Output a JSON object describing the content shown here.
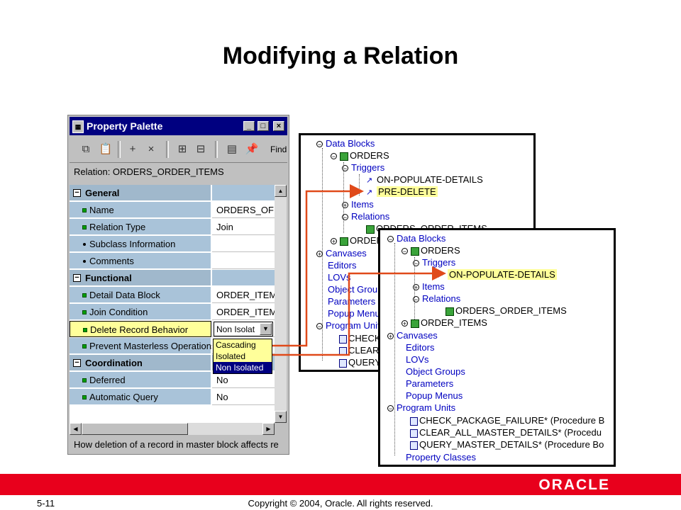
{
  "slide": {
    "title": "Modifying a Relation",
    "page_number": "5-11",
    "copyright": "Copyright © 2004, Oracle.  All rights reserved.",
    "logo_text": "ORACLE",
    "colors": {
      "footer_bar": "#e8001c",
      "highlight": "#ffff9a",
      "connector": "#e04a1a",
      "titlebar": "#000080"
    }
  },
  "palette": {
    "title": "Property Palette",
    "window_buttons": [
      "_",
      "□",
      "×"
    ],
    "toolbar": {
      "icons": [
        "copy-icon",
        "paste-icon",
        "add-icon",
        "delete-icon",
        "expand-icon",
        "collapse-icon",
        "intersect-icon",
        "pin-icon"
      ],
      "glyphs": [
        "⧉",
        "📋",
        "+",
        "×",
        "⊞",
        "⊟",
        "▤",
        "📌"
      ],
      "find_label": "Find"
    },
    "relation_label": "Relation: ORDERS_ORDER_ITEMS",
    "rows": [
      {
        "kind": "category",
        "label": "General",
        "toggle": "−",
        "value": ""
      },
      {
        "kind": "property",
        "marker": "square",
        "label": "Name",
        "value": "ORDERS_OF"
      },
      {
        "kind": "property",
        "marker": "square",
        "label": "Relation Type",
        "value": "Join"
      },
      {
        "kind": "property",
        "marker": "dot",
        "label": "Subclass Information",
        "value": ""
      },
      {
        "kind": "property",
        "marker": "dot",
        "label": "Comments",
        "value": ""
      },
      {
        "kind": "category",
        "label": "Functional",
        "toggle": "−",
        "value": ""
      },
      {
        "kind": "property",
        "marker": "square",
        "label": "Detail Data Block",
        "value": "ORDER_ITEM"
      },
      {
        "kind": "property",
        "marker": "square",
        "label": "Join Condition",
        "value": "ORDER_ITEM"
      },
      {
        "kind": "property",
        "marker": "square",
        "label": "Delete Record Behavior",
        "value": "Non Isolat"
      },
      {
        "kind": "property",
        "marker": "square",
        "label": "Prevent Masterless Operations",
        "value": ""
      },
      {
        "kind": "category",
        "label": "Coordination",
        "toggle": "−",
        "value": ""
      },
      {
        "kind": "property",
        "marker": "square",
        "label": "Deferred",
        "value": "No"
      },
      {
        "kind": "property",
        "marker": "square",
        "label": "Automatic Query",
        "value": "No"
      }
    ],
    "dropdown_options": [
      "Cascading",
      "Isolated",
      "Non Isolated"
    ],
    "scroll_glyphs": {
      "up": "▲",
      "down": "▼",
      "left": "◀",
      "right": "▶",
      "dropdown": "▼"
    },
    "status_text": "How deletion of a record in master block affects re"
  },
  "tree1": {
    "nodes": [
      "Data Blocks",
      "ORDERS",
      "Triggers",
      "ON-POPULATE-DETAILS",
      "PRE-DELETE",
      "Items",
      "Relations",
      "ORDERS_ORDER_ITEMS",
      "ORDER_ITEMS",
      "Canvases",
      "Editors",
      "LOVs",
      "Object Groups",
      "Parameters",
      "Popup Menus",
      "Program Units",
      "CHECK_PACKAGE_FAILURE",
      "CLEAR_ALL_MASTER_DETAILS",
      "QUERY_MASTER_DETAILS"
    ],
    "toggles": {
      "open": "−",
      "closed": "+"
    },
    "trigger_glyph": "↗"
  },
  "tree2": {
    "nodes": [
      "Data Blocks",
      "ORDERS",
      "Triggers",
      "ON-POPULATE-DETAILS",
      "Items",
      "Relations",
      "ORDERS_ORDER_ITEMS",
      "ORDER_ITEMS",
      "Canvases",
      "Editors",
      "LOVs",
      "Object Groups",
      "Parameters",
      "Popup Menus",
      "Program Units",
      "CHECK_PACKAGE_FAILURE* (Procedure B",
      "CLEAR_ALL_MASTER_DETAILS* (Procedu",
      "QUERY_MASTER_DETAILS* (Procedure Bo",
      "Property Classes"
    ]
  }
}
